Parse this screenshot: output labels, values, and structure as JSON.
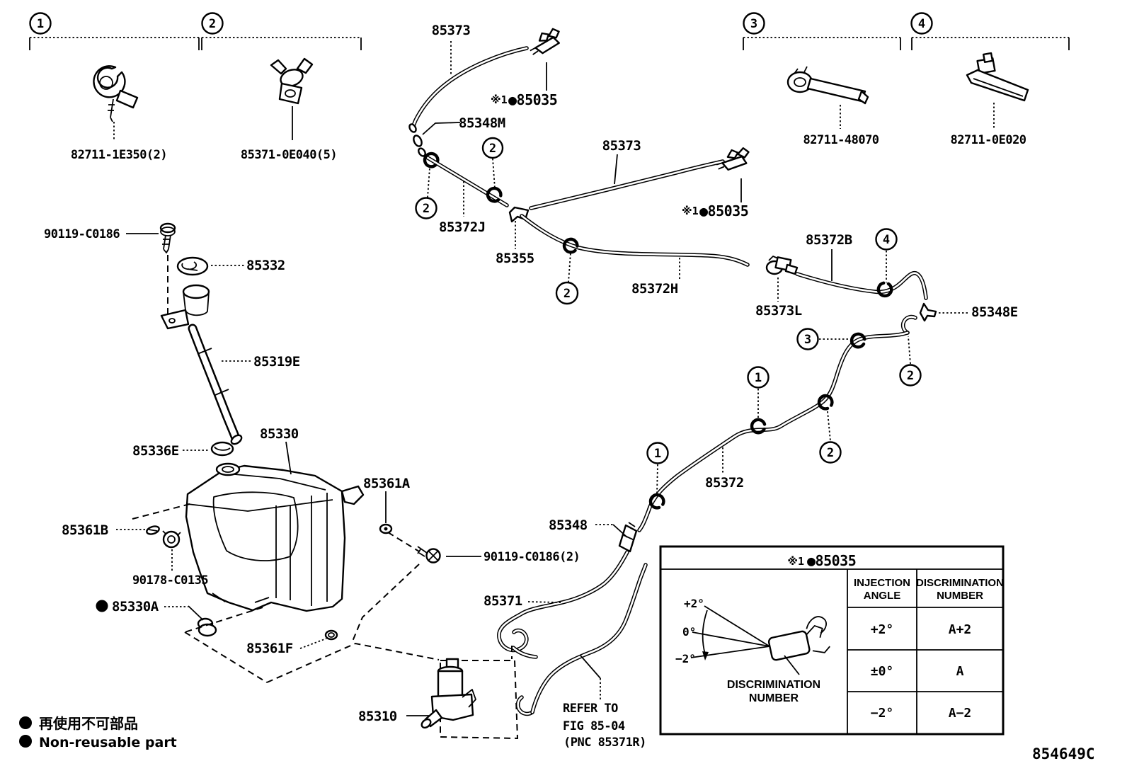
{
  "doc": {
    "code": "854649C"
  },
  "legend": {
    "jp": "再使用不可部品",
    "en": "Non-reusable part"
  },
  "callouts": {
    "n1": "1",
    "n2": "2",
    "n3": "3",
    "n4": "4"
  },
  "parts": {
    "s1": "82711-1E350(2)",
    "s2": "85371-0E040(5)",
    "s3": "82711-48070",
    "s4": "82711-0E020",
    "p85373": "85373",
    "note": "※1",
    "p85035": "●85035",
    "p85348M": "85348M",
    "p85372J": "85372J",
    "p85355": "85355",
    "p85372H": "85372H",
    "p85372B": "85372B",
    "p85373L": "85373L",
    "p85348E": "85348E",
    "p85372": "85372",
    "p85348": "85348",
    "p85371": "85371",
    "p90119": "90119-C0186",
    "p90119_2": "90119-C0186(2)",
    "p85332": "85332",
    "p85319E": "85319E",
    "p85330": "85330",
    "p85336E": "85336E",
    "p85361A": "85361A",
    "p85361B": "85361B",
    "p90178": "90178-C0135",
    "p85330A": "85330A",
    "p85361F": "85361F",
    "p85310": "85310"
  },
  "refer": {
    "line1": "REFER TO",
    "line2": "FIG 85-04",
    "line3": "(PNC 85371R)"
  },
  "inset": {
    "title_note": "※1",
    "title_part": "●85035",
    "header_angle_1": "INJECTION",
    "header_angle_2": "ANGLE",
    "header_disc_1": "DISCRIMINATION",
    "header_disc_2": "NUMBER",
    "rows": [
      {
        "angle": "+2°",
        "number": "A+2"
      },
      {
        "angle": "±0°",
        "number": "A"
      },
      {
        "angle": "−2°",
        "number": "A−2"
      }
    ],
    "angle_plus2": "+2°",
    "angle_zero": "0°",
    "angle_minus2": "−2°",
    "caption_1": "DISCRIMINATION",
    "caption_2": "NUMBER"
  }
}
